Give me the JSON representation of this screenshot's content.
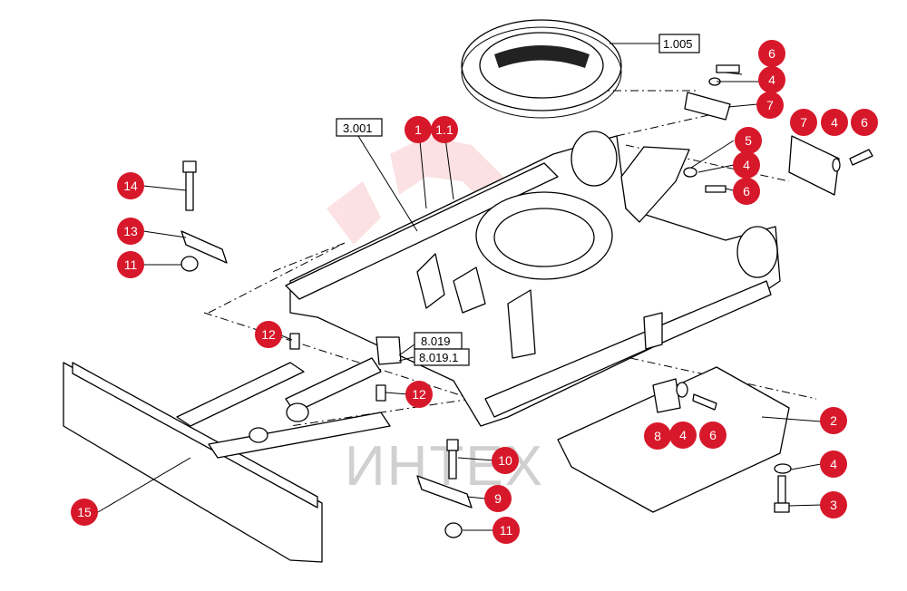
{
  "diagram": {
    "watermark": {
      "text": "ИНТЕХ",
      "color": "#e5202e"
    },
    "callout_color": "#d7182a",
    "callouts": [
      {
        "id": "c-6a",
        "label": "6"
      },
      {
        "id": "c-4a",
        "label": "4"
      },
      {
        "id": "c-7a",
        "label": "7"
      },
      {
        "id": "c-1",
        "label": "1"
      },
      {
        "id": "c-1-1",
        "label": "1.1"
      },
      {
        "id": "c-7b",
        "label": "7"
      },
      {
        "id": "c-4b",
        "label": "4"
      },
      {
        "id": "c-6b",
        "label": "6"
      },
      {
        "id": "c-5",
        "label": "5"
      },
      {
        "id": "c-4c",
        "label": "4"
      },
      {
        "id": "c-6c",
        "label": "6"
      },
      {
        "id": "c-14",
        "label": "14"
      },
      {
        "id": "c-13",
        "label": "13"
      },
      {
        "id": "c-11a",
        "label": "11"
      },
      {
        "id": "c-12a",
        "label": "12"
      },
      {
        "id": "c-12b",
        "label": "12"
      },
      {
        "id": "c-2",
        "label": "2"
      },
      {
        "id": "c-8",
        "label": "8"
      },
      {
        "id": "c-4d",
        "label": "4"
      },
      {
        "id": "c-6d",
        "label": "6"
      },
      {
        "id": "c-10",
        "label": "10"
      },
      {
        "id": "c-4e",
        "label": "4"
      },
      {
        "id": "c-9",
        "label": "9"
      },
      {
        "id": "c-3",
        "label": "3"
      },
      {
        "id": "c-11b",
        "label": "11"
      },
      {
        "id": "c-15",
        "label": "15"
      }
    ],
    "references": [
      {
        "id": "r-1005",
        "label": "1.005"
      },
      {
        "id": "r-3001",
        "label": "3.001"
      },
      {
        "id": "r-8019",
        "label": "8.019"
      },
      {
        "id": "r-80191",
        "label": "8.019.1"
      }
    ]
  }
}
